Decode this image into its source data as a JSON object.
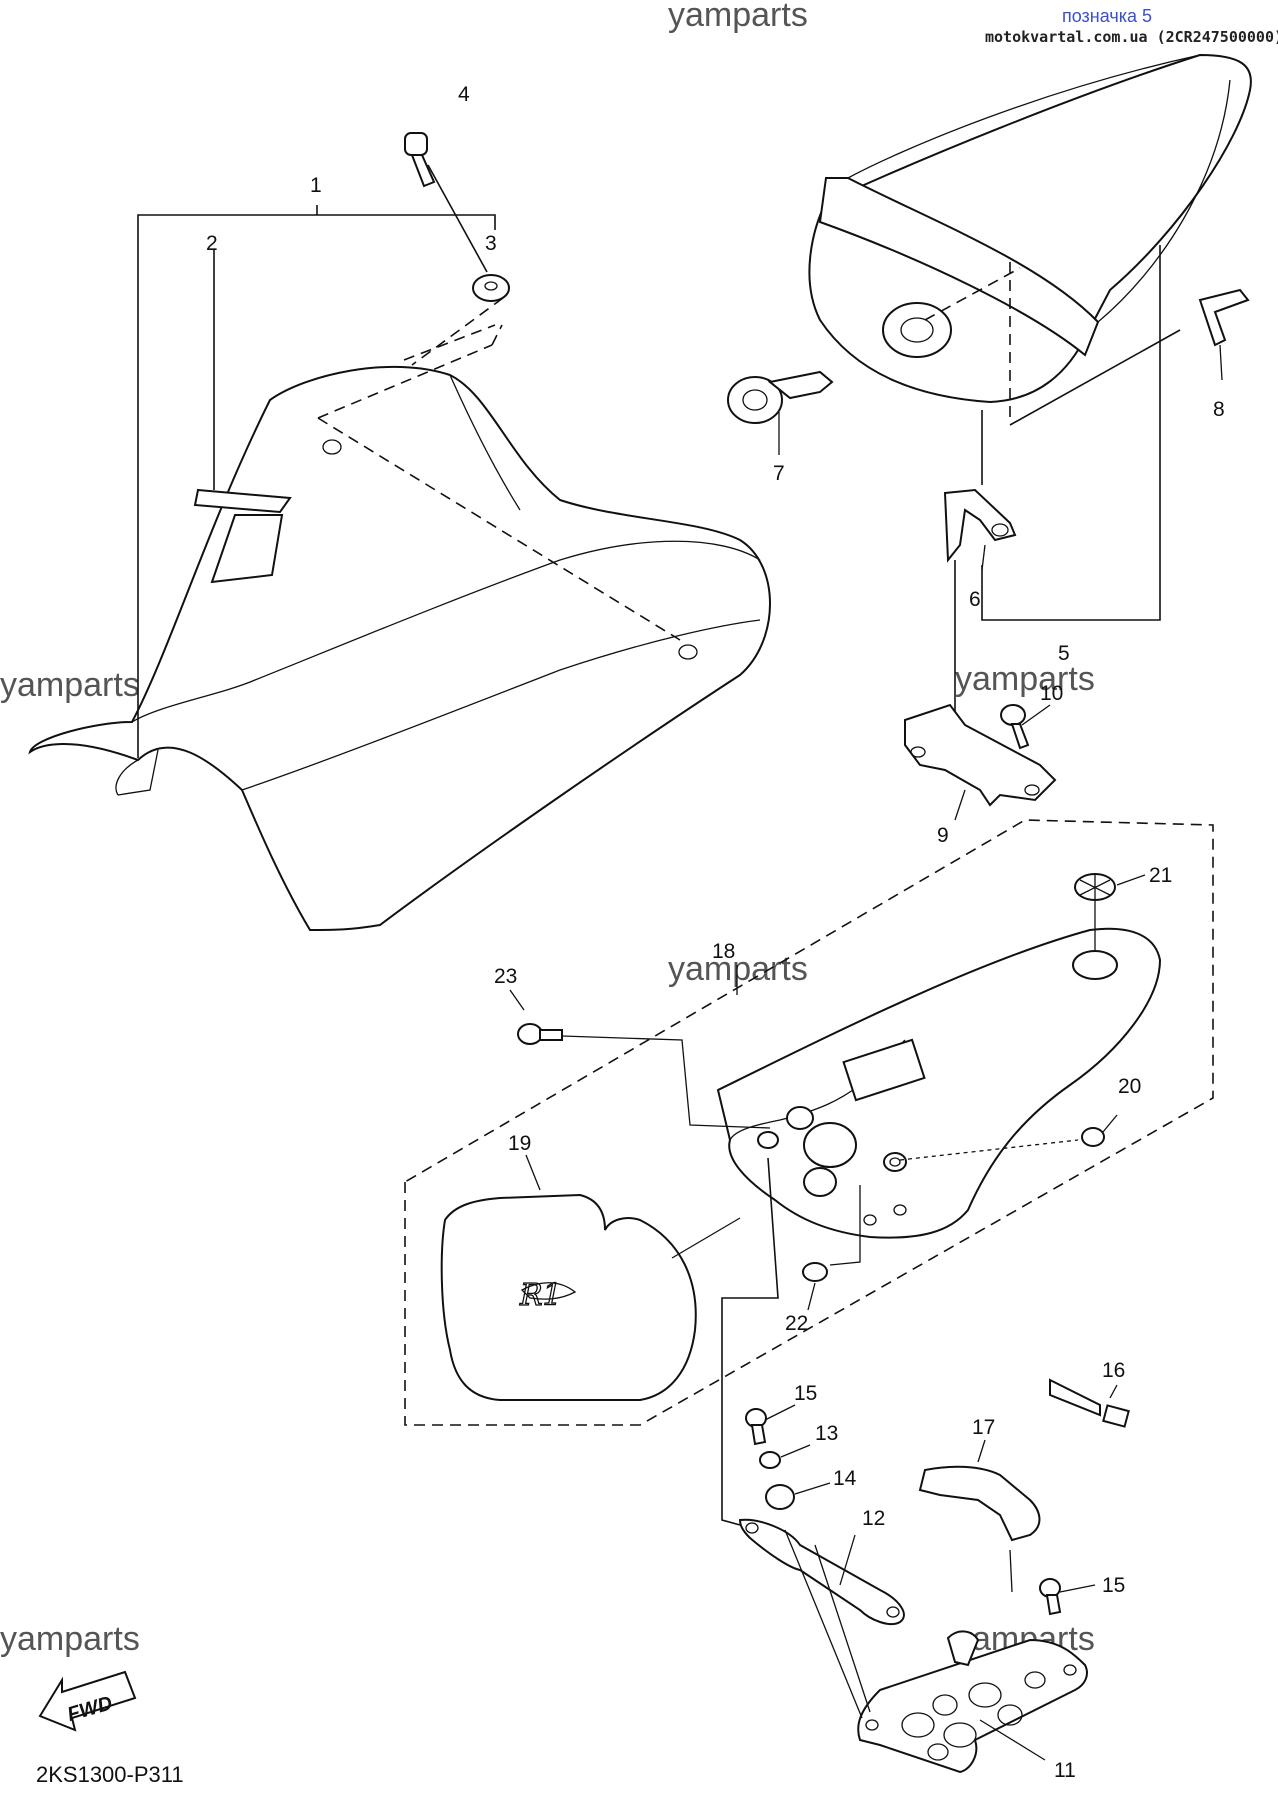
{
  "header": {
    "label": "позначка 5",
    "site": "motokvartal.com.ua (2CR247500000)"
  },
  "watermark": "yamparts",
  "diagram_code": "2KS1300-P311",
  "fwd_label": "FWD",
  "callouts": {
    "c1": "1",
    "c2": "2",
    "c3": "3",
    "c4": "4",
    "c5": "5",
    "c6": "6",
    "c7": "7",
    "c8": "8",
    "c9": "9",
    "c10": "10",
    "c11": "11",
    "c12": "12",
    "c13": "13",
    "c14": "14",
    "c15a": "15",
    "c15b": "15",
    "c16": "16",
    "c17": "17",
    "c18": "18",
    "c19": "19",
    "c20": "20",
    "c21": "21",
    "c22": "22",
    "c23": "23"
  },
  "colors": {
    "header_label": "#3a4fd0",
    "line": "#111111",
    "watermark": "#555555"
  }
}
